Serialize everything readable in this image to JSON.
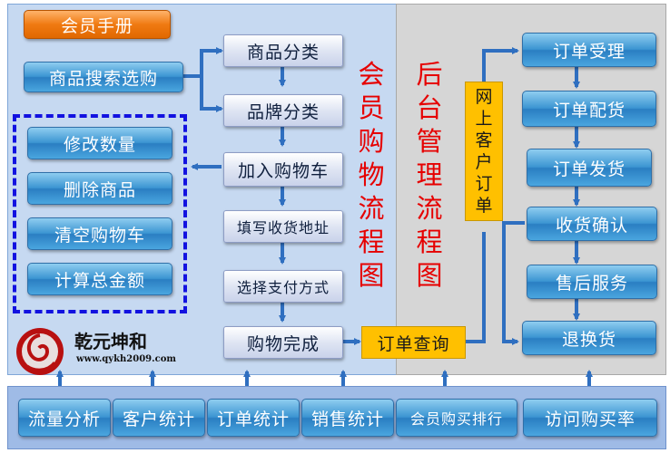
{
  "panels": {
    "member_title": [
      "会",
      "员",
      "购",
      "物",
      "流",
      "程",
      "图"
    ],
    "backend_title": [
      "后",
      "台",
      "管",
      "理",
      "流",
      "程",
      "图"
    ]
  },
  "left": {
    "handbook": "会员手册",
    "search": "商品搜索选购",
    "cart_ops": [
      "修改数量",
      "删除商品",
      "清空购物车",
      "计算总金额"
    ]
  },
  "middle": {
    "steps": [
      "商品分类",
      "品牌分类",
      "加入购物车",
      "填写收货地址",
      "选择支付方式",
      "购物完成"
    ]
  },
  "order_query": "订单查询",
  "online_order": [
    "网",
    "上",
    "客",
    "户",
    "订",
    "单"
  ],
  "right": {
    "steps": [
      "订单受理",
      "订单配货",
      "订单发货",
      "收货确认",
      "售后服务",
      "退换货"
    ]
  },
  "bottom": [
    "流量分析",
    "客户统计",
    "订单统计",
    "销售统计",
    "会员购买排行",
    "访问购买率"
  ],
  "logo": {
    "brand": "乾元坤和",
    "url": "www.qykh2009.com"
  },
  "colors": {
    "member_panel": "#c6d9f1",
    "backend_panel": "#d6d6d6",
    "title_red": "#e60000",
    "dash_blue": "#1212e0",
    "highlight_yellow": "#ffc000",
    "handbook_orange": "#f07a12"
  }
}
